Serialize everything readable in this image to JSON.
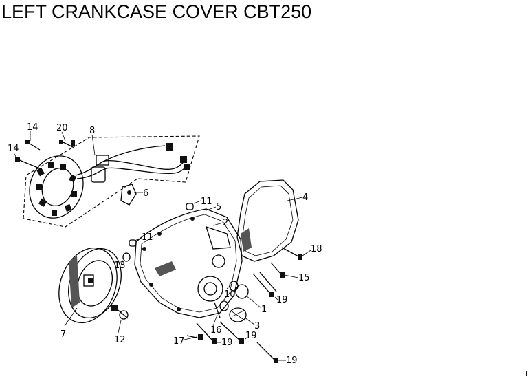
{
  "title": "LEFT CRANKCASE COVER CBT250",
  "edge_mark": "I",
  "callouts": [
    "14",
    "20",
    "8",
    "14",
    "6",
    "11",
    "5",
    "2",
    "4",
    "11",
    "18",
    "13",
    "15",
    "10",
    "19",
    "1",
    "3",
    "16",
    "7",
    "12",
    "17",
    "19",
    "19",
    "19"
  ]
}
